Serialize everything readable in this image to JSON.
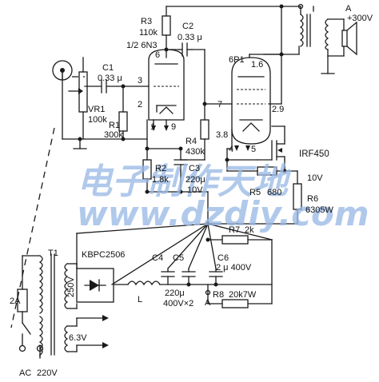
{
  "components": {
    "r3": {
      "ref": "R3",
      "value": "110k"
    },
    "c2": {
      "ref": "C2",
      "value": "0.33 μ"
    },
    "tube1": {
      "ref": "1/2  6N3",
      "pin_top": "6",
      "pin_grid": "3",
      "pin_cath": "2",
      "pins_heater": "1",
      "pin_heater2": "9"
    },
    "c1": {
      "ref": "C1",
      "value": "0.33 μ"
    },
    "vr1": {
      "ref": "VR1",
      "value": "100k"
    },
    "r1": {
      "ref": "R1",
      "value": "300k"
    },
    "tube2": {
      "ref": "6P1",
      "pin_plate": "1.6",
      "pin_g1": "7",
      "pin_g2": "2.9",
      "pin_k": "3.8",
      "pin_h1": "4",
      "pin_h2": "5"
    },
    "r4": {
      "ref": "R4",
      "value": "430k"
    },
    "r2": {
      "ref": "R2",
      "value": "1.8k"
    },
    "c3": {
      "ref": "C3",
      "value": "220μ",
      "voltage": "10V"
    },
    "mosfet": {
      "ref": "IRF450"
    },
    "r5": {
      "ref": "R5",
      "value": "680"
    },
    "v10": {
      "label": "10V"
    },
    "r6": {
      "ref": "R6",
      "value": "6305W"
    },
    "hv": {
      "node": "A",
      "label": "+300V"
    },
    "t1": {
      "ref": "T1"
    },
    "bridge": {
      "ref": "KBPC2506"
    },
    "v250": {
      "label": "250V"
    },
    "fuse": {
      "label": "2A"
    },
    "choke": {
      "ref": "L"
    },
    "c4": {
      "ref": "C4"
    },
    "c5": {
      "ref": "C5"
    },
    "filter_caps": {
      "value": "220μ",
      "voltage": "400V×2"
    },
    "c6": {
      "ref": "C6",
      "value": "2 μ 400V"
    },
    "r7": {
      "ref": "R7",
      "value": "2k"
    },
    "r8": {
      "ref": "R8",
      "value": "20k7W"
    },
    "node_a": {
      "label": "A"
    },
    "heater": {
      "label": "6.3V"
    },
    "mains": {
      "type": "AC",
      "voltage": "220V"
    }
  },
  "watermark": {
    "line1": "电子制作天地",
    "line2": "www.dzdiy.com"
  }
}
